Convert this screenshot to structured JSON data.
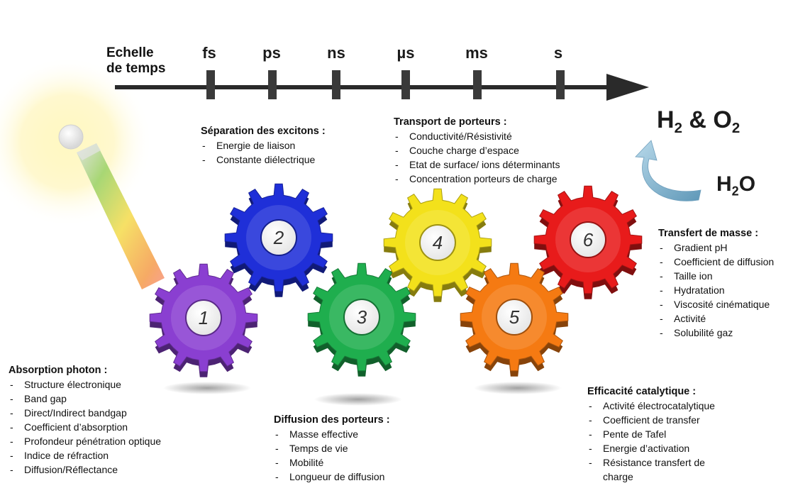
{
  "timescale": {
    "title_line1": "Echelle",
    "title_line2": "de temps",
    "ticks": [
      "fs",
      "ps",
      "ns",
      "µs",
      "ms",
      "s"
    ]
  },
  "products": {
    "h2_o2": {
      "pre": "H",
      "sub1": "2",
      "mid": " & O",
      "sub2": "2"
    },
    "h2o": {
      "pre": "H",
      "sub": "2",
      "post": "O"
    }
  },
  "gears": [
    {
      "number": "1",
      "color": "#8a3fd1"
    },
    {
      "number": "2",
      "color": "#1f2fd8"
    },
    {
      "number": "3",
      "color": "#1fae4e"
    },
    {
      "number": "4",
      "color": "#f3e11b"
    },
    {
      "number": "5",
      "color": "#f57a12"
    },
    {
      "number": "6",
      "color": "#e81b1b"
    }
  ],
  "blocks": {
    "absorption": {
      "title": "Absorption photon :",
      "items": [
        "Structure électronique",
        "Band gap",
        "Direct/Indirect bandgap",
        "Coefficient d’absorption",
        "Profondeur pénétration optique",
        "Indice de réfraction",
        "Diffusion/Réflectance"
      ]
    },
    "separation": {
      "title": "Séparation des excitons :",
      "items": [
        "Energie de liaison",
        "Constante diélectrique"
      ]
    },
    "diffusion": {
      "title": "Diffusion des porteurs :",
      "items": [
        "Masse effective",
        "Temps de vie",
        "Mobilité",
        "Longueur de diffusion"
      ]
    },
    "transport": {
      "title": "Transport de porteurs :",
      "items": [
        "Conductivité/Résistivité",
        "Couche charge d’espace",
        "Etat de surface/ ions déterminants",
        "Concentration porteurs de charge"
      ]
    },
    "efficacite": {
      "title": "Efficacité catalytique :",
      "items": [
        "Activité électrocatalytique",
        "Coefficient de transfer",
        "Pente de Tafel",
        "Energie d’activation",
        "Résistance transfert de"
      ],
      "last_line_wrap": "charge"
    },
    "masse": {
      "title": "Transfert de masse :",
      "items": [
        "Gradient pH",
        "Coefficient de diffusion",
        "Taille ion",
        "Hydratation",
        "Viscosité cinématique",
        "Activité",
        "Solubilité gaz"
      ]
    }
  }
}
